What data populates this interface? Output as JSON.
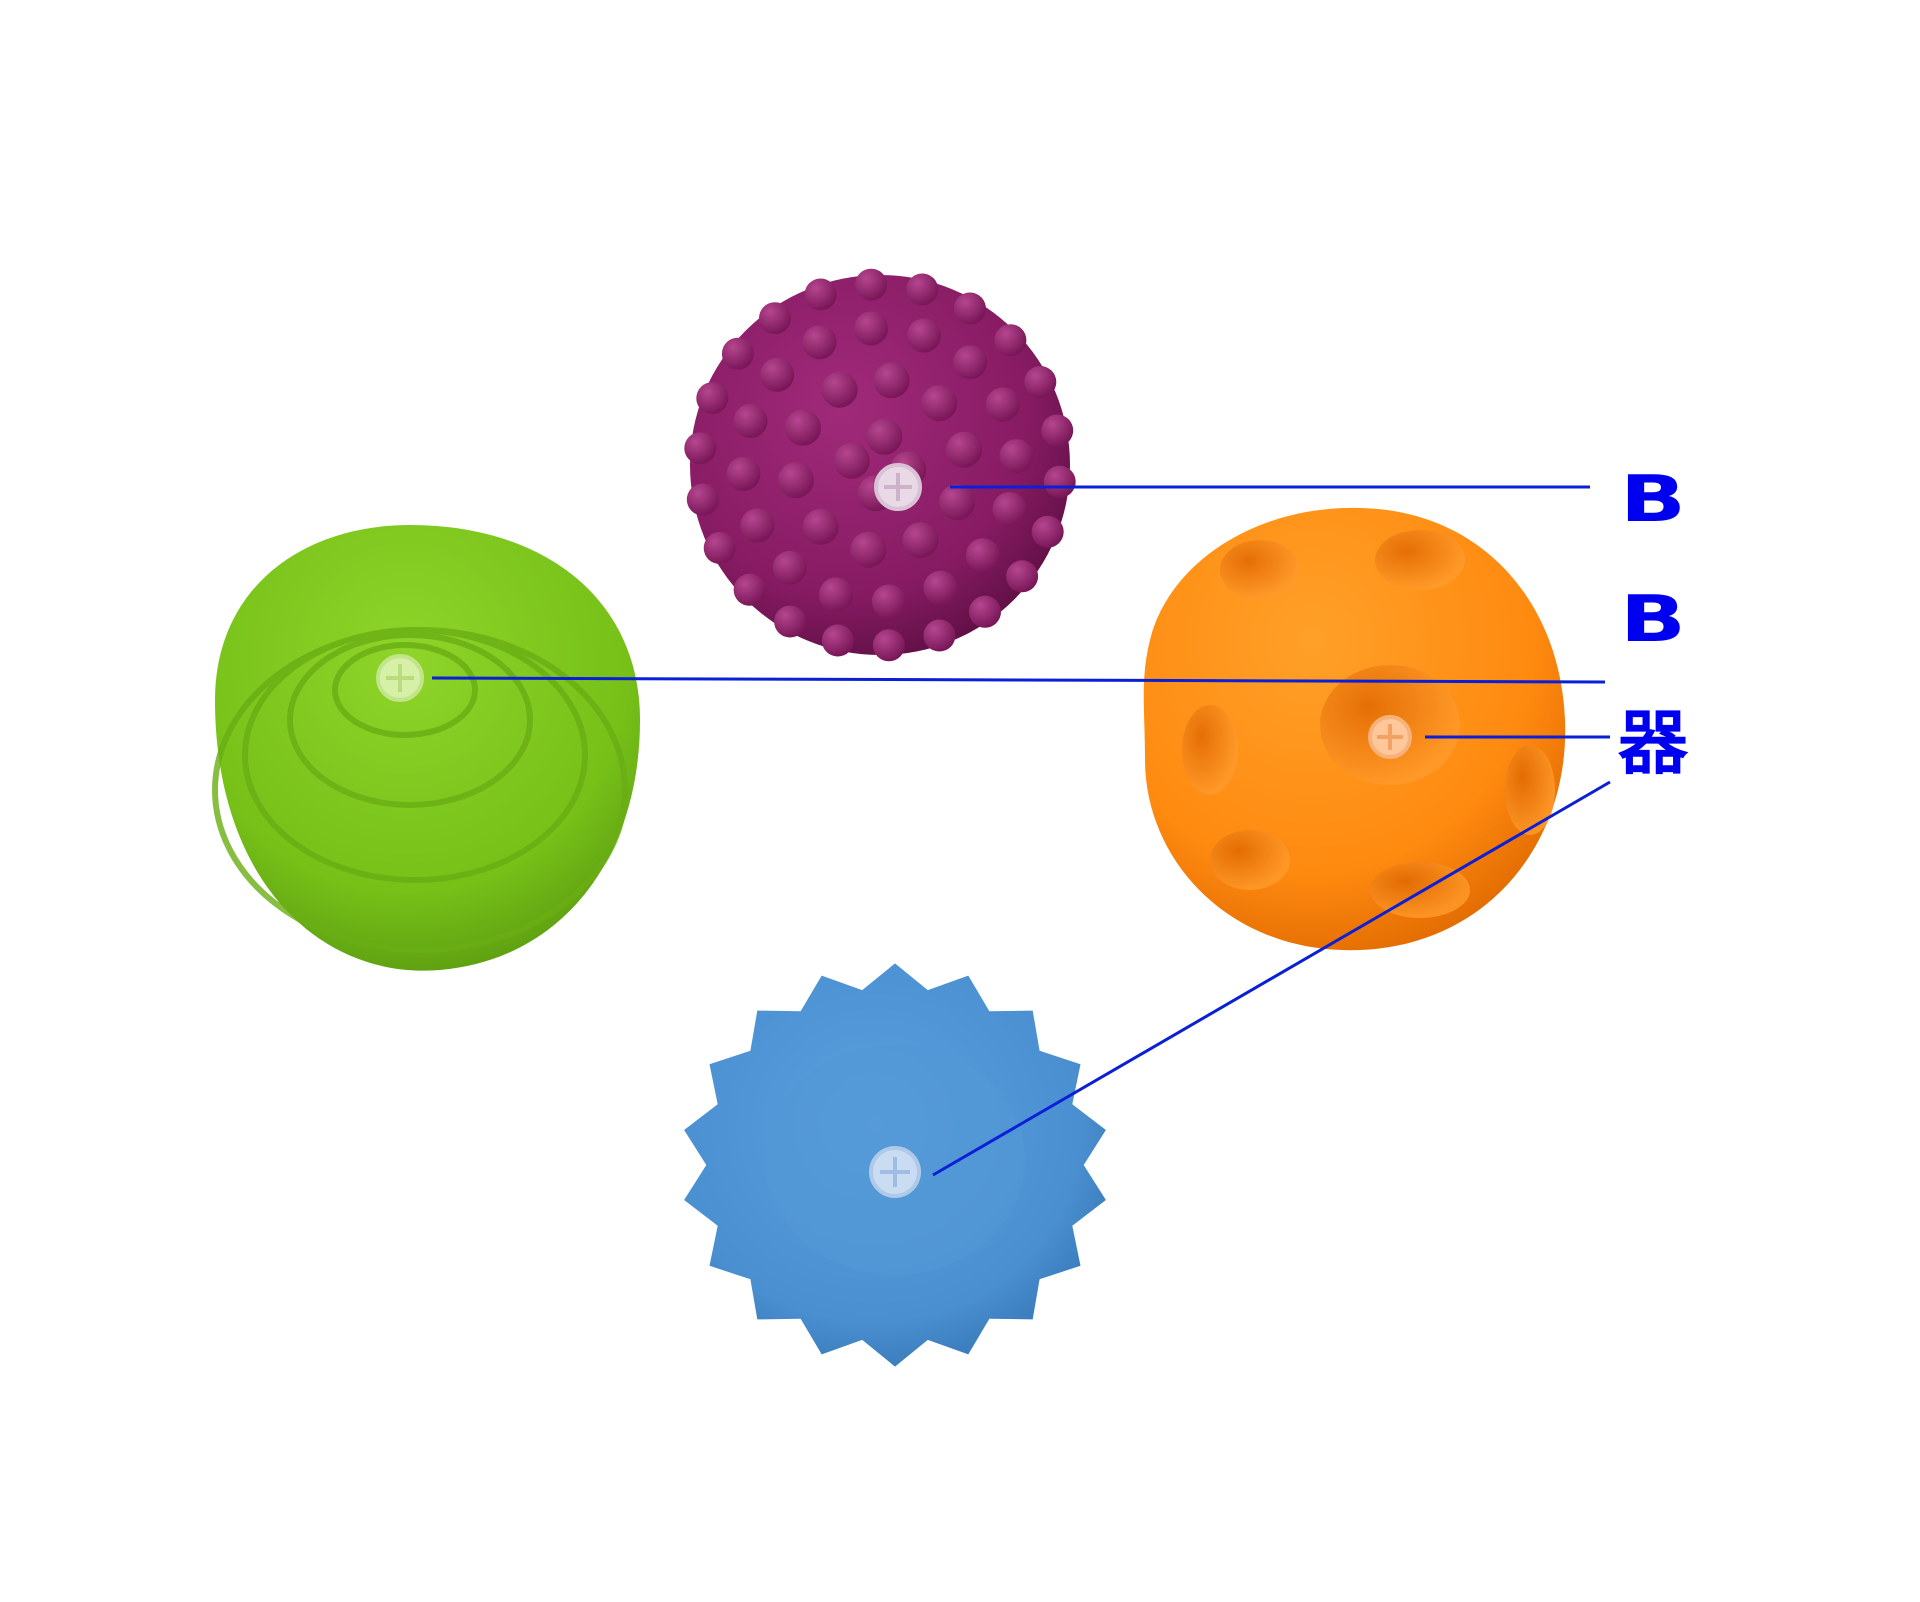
{
  "labels": {
    "b1": "B",
    "b2": "B",
    "device": "器"
  },
  "colors": {
    "background": "#ffffff",
    "label_text": "#0000f0",
    "leader_line": "#0a1fd6",
    "purple_ball": "#8a1d66",
    "green_ball": "#78c41c",
    "orange_ball": "#ff8a10",
    "blue_ball": "#4a8fd0",
    "valve": "#e9e4ea"
  },
  "objects": [
    {
      "name": "purple-nubby-ball",
      "color": "#8a1d66"
    },
    {
      "name": "green-ringed-half-ball",
      "color": "#78c41c"
    },
    {
      "name": "orange-dimpled-ball",
      "color": "#ff8a10"
    },
    {
      "name": "blue-ribbed-half-ball",
      "color": "#4a8fd0"
    }
  ]
}
